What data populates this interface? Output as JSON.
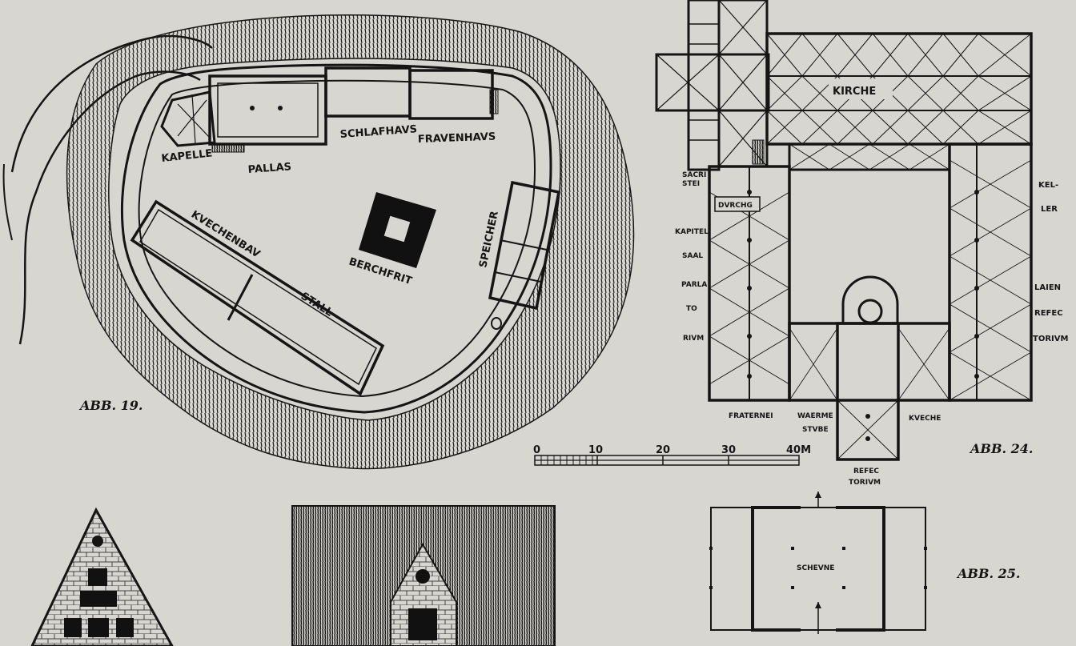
{
  "castle_plan": {
    "caption": "ABB. 19.",
    "labels": {
      "kapelle": "KAPELLE",
      "pallas": "PALLAS",
      "schlafhaus": "SCHLAFHAVS",
      "frauenhaus": "FRAVENHAVS",
      "kuechenbau": "KVECHENBAV",
      "stall": "STALL",
      "bergfried": "BERCHFRIT",
      "speicher": "SPEICHER"
    }
  },
  "monastery_plan": {
    "caption": "ABB. 24.",
    "labels": {
      "kirche": "KIRCHE",
      "sakristei": [
        "SACRI",
        "STEI"
      ],
      "durchgang": "DVRCHG",
      "kapitelsaal": [
        "KAPITEL",
        "SAAL"
      ],
      "parlatorium": [
        "PARLA",
        "TO",
        "RIVM"
      ],
      "keller": [
        "KEL-",
        "LER"
      ],
      "laienrefectorium": [
        "LAIEN",
        "REFEC",
        "TORIVM"
      ],
      "fraternei": "FRATERNEI",
      "waermestube": [
        "WAERME",
        "STVBE"
      ],
      "kueche": "KVECHE",
      "refectorium": [
        "REFEC",
        "TORIVM"
      ]
    }
  },
  "scale_bar": {
    "ticks": [
      "0",
      "10",
      "20",
      "30",
      "40M"
    ]
  },
  "barn_plan": {
    "caption": "ABB. 25.",
    "label": "SCHEVNE"
  }
}
